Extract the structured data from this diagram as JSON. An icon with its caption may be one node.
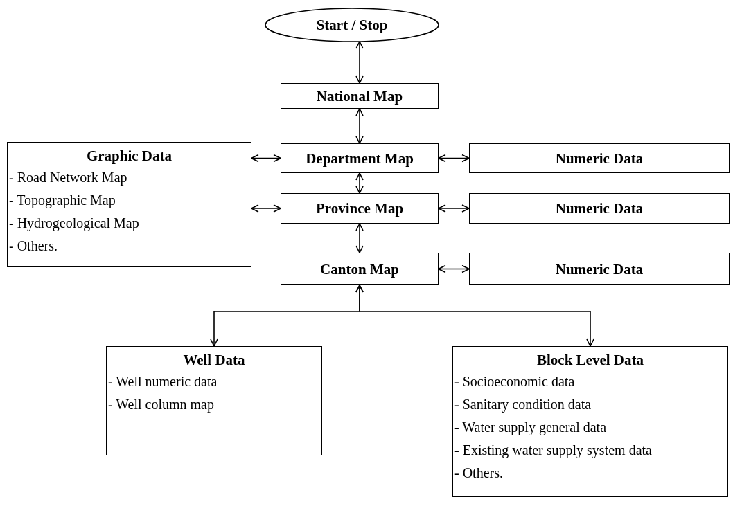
{
  "diagram": {
    "nodes": [
      {
        "text": [
          "Start / Stop"
        ]
      },
      {
        "text": [
          "National Map"
        ]
      },
      {
        "text": [
          "Graphic Data",
          "- Road Network Map",
          "- Topographic Map",
          "- Hydrogeological Map",
          "- Others."
        ]
      },
      {
        "text": [
          "Department Map"
        ]
      },
      {
        "text": [
          "Numeric Data"
        ]
      },
      {
        "text": [
          "Province Map"
        ]
      },
      {
        "text": [
          "Numeric Data"
        ]
      },
      {
        "text": [
          "Canton Map"
        ]
      },
      {
        "text": [
          "Numeric Data"
        ]
      },
      {
        "text": [
          "Well Data",
          "- Well numeric data",
          "- Well column map"
        ]
      },
      {
        "text": [
          "Block Level Data",
          "- Socioeconomic data",
          "- Sanitary condition data",
          "- Water supply general data",
          "- Existing water supply system data",
          "- Others."
        ]
      }
    ],
    "edges": [
      {
        "from": 0,
        "to": 1,
        "arrow": "both"
      },
      {
        "from": 1,
        "to": 3,
        "arrow": "both"
      },
      {
        "from": 2,
        "to": 3,
        "arrow": "both"
      },
      {
        "from": 3,
        "to": 4,
        "arrow": "both"
      },
      {
        "from": 3,
        "to": 5,
        "arrow": "both"
      },
      {
        "from": 2,
        "to": 5,
        "arrow": "both"
      },
      {
        "from": 5,
        "to": 6,
        "arrow": "both"
      },
      {
        "from": 5,
        "to": 7,
        "arrow": "both"
      },
      {
        "from": 7,
        "to": 8,
        "arrow": "both"
      },
      {
        "from": 7,
        "to": 9,
        "arrow": "both"
      },
      {
        "from": 7,
        "to": 10,
        "arrow": "both"
      }
    ]
  }
}
